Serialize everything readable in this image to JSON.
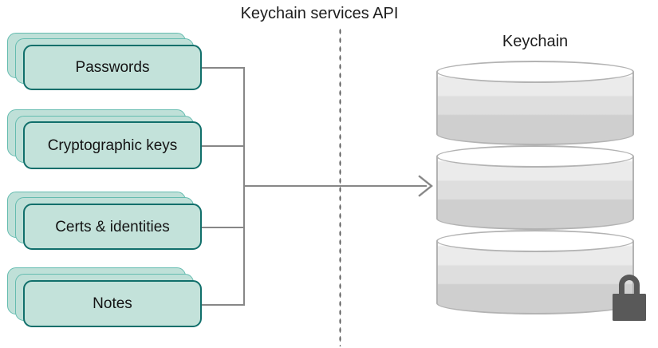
{
  "diagram": {
    "api_title": "Keychain services API",
    "keychain_title": "Keychain",
    "items": [
      {
        "label": "Passwords"
      },
      {
        "label": "Cryptographic keys"
      },
      {
        "label": "Certs & identities"
      },
      {
        "label": "Notes"
      }
    ],
    "icons": {
      "lock": "lock-icon",
      "arrow": "arrow-right-icon",
      "database": "database-cylinder-icon"
    },
    "colors": {
      "card_fill": "#c3e2da",
      "card_border": "#116f6b",
      "card_back_fill": "#bfe0d8",
      "card_back_border": "#65bcb0",
      "connector": "#878787",
      "divider_dots": "#5a5a5a",
      "cylinder_stroke": "#b3b3b3",
      "lock": "#595959",
      "text": "#1a1a1a",
      "background": "#ffffff"
    }
  }
}
